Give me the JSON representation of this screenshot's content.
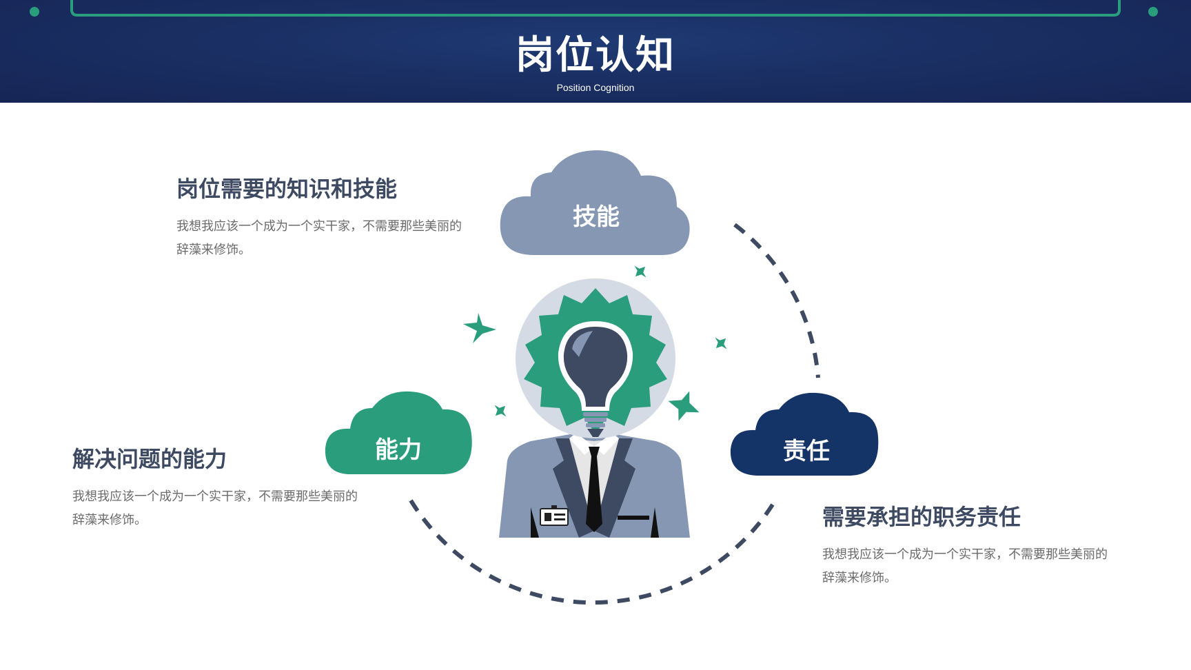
{
  "header": {
    "title": "岗位认知",
    "subtitle": "Position Cognition"
  },
  "clouds": {
    "top": "技能",
    "left": "能力",
    "right": "责任"
  },
  "blocks": {
    "knowledge": {
      "title": "岗位需要的知识和技能",
      "desc_line1": "我想我应该一个成为一个实干家，不需要那些美丽的",
      "desc_line2": "辞藻来修饰。"
    },
    "ability": {
      "title": "解决问题的能力",
      "desc_line1": "我想我应该一个成为一个实干家，不需要那些美丽的",
      "desc_line2": "辞藻来修饰。"
    },
    "duty": {
      "title": "需要承担的职务责任",
      "desc_line1": "我想我应该一个成为一个实干家，不需要那些美丽的",
      "desc_line2": "辞藻来修饰。"
    }
  },
  "colors": {
    "navy": "#1a2f63",
    "green": "#2a9d7c",
    "slate": "#8597b2",
    "dark_text": "#3d4a62"
  },
  "icons": [
    "lightbulb-icon",
    "businessman-icon",
    "sparkle-icon",
    "cloud-icon"
  ]
}
